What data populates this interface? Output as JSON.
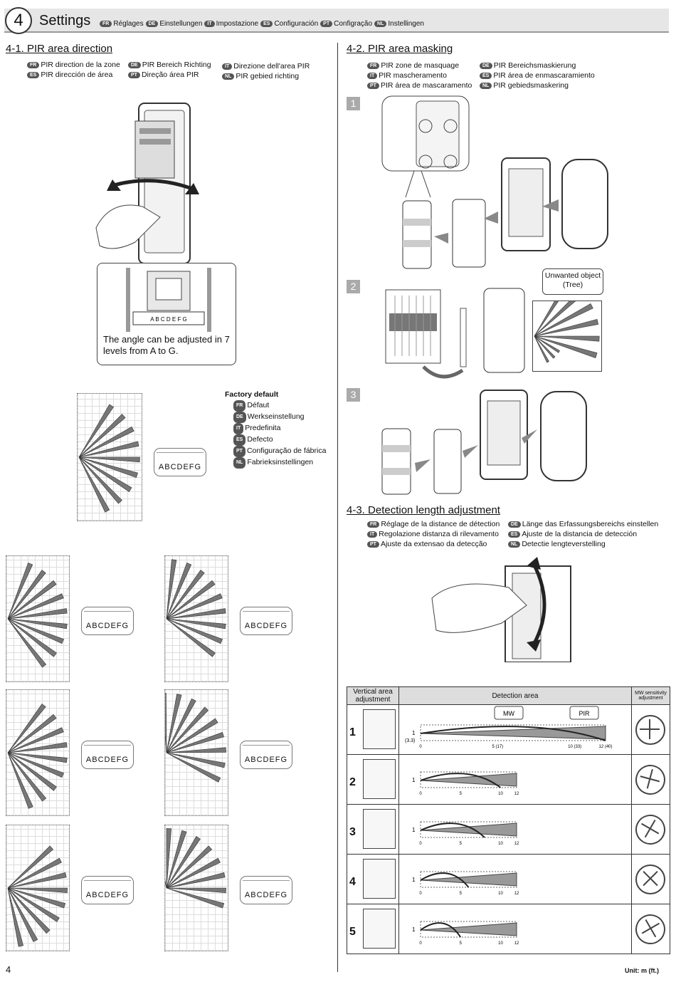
{
  "header": {
    "number": "4",
    "title": "Settings",
    "translations": [
      {
        "lang": "FR",
        "text": "Réglages"
      },
      {
        "lang": "DE",
        "text": "Einstellungen"
      },
      {
        "lang": "IT",
        "text": "Impostazione"
      },
      {
        "lang": "ES",
        "text": "Configuración"
      },
      {
        "lang": "PT",
        "text": "Configração"
      },
      {
        "lang": "NL",
        "text": "Instellingen"
      }
    ]
  },
  "s41": {
    "title": "4-1. PIR area direction",
    "translations": [
      {
        "lang": "FR",
        "text": "PIR direction de la zone"
      },
      {
        "lang": "DE",
        "text": "PIR Bereich Richting"
      },
      {
        "lang": "IT",
        "text": "Direzione dell'area PIR"
      },
      {
        "lang": "ES",
        "text": "PIR dirección de área"
      },
      {
        "lang": "PT",
        "text": "Direção área PIR"
      },
      {
        "lang": "NL",
        "text": "PIR gebied richting"
      }
    ],
    "callout": "The angle can be adjusted in 7 levels from A to G.",
    "dial_letters": "ABCDEFG",
    "factory_default": "Factory default",
    "factory_translations": [
      {
        "lang": "FR",
        "text": "Défaut"
      },
      {
        "lang": "DE",
        "text": "Werkseinstellung"
      },
      {
        "lang": "IT",
        "text": "Predefinita"
      },
      {
        "lang": "ES",
        "text": "Defecto"
      },
      {
        "lang": "PT",
        "text": "Configuração de fábrica"
      },
      {
        "lang": "NL",
        "text": "Fabrieksinstellingen"
      }
    ]
  },
  "s42": {
    "title": "4-2. PIR area masking",
    "translations": [
      {
        "lang": "FR",
        "text": "PIR zone de masquage"
      },
      {
        "lang": "DE",
        "text": "PIR Bereichsmaskierung"
      },
      {
        "lang": "IT",
        "text": "PIR mascheramento"
      },
      {
        "lang": "ES",
        "text": "PIR área de enmascaramiento"
      },
      {
        "lang": "PT",
        "text": "PIR área de mascaramento"
      },
      {
        "lang": "NL",
        "text": "PIR gebiedsmaskering"
      }
    ],
    "steps": [
      "1",
      "2",
      "3"
    ],
    "unwanted": "Unwanted object (Tree)"
  },
  "s43": {
    "title": "4-3. Detection length adjustment",
    "translations": [
      {
        "lang": "FR",
        "text": "Réglage de la distance de détection"
      },
      {
        "lang": "DE",
        "text": "Länge das Erfassungsbereichs einstellen"
      },
      {
        "lang": "IT",
        "text": "Regolazione distanza di rilevamento"
      },
      {
        "lang": "ES",
        "text": "Ajuste de la distancia de detección"
      },
      {
        "lang": "PT",
        "text": "Ajuste da extensao da detecção"
      },
      {
        "lang": "NL",
        "text": "Detectie lengteverstelling"
      }
    ]
  },
  "table": {
    "col1": "Vertical area adjustment",
    "col2": "Detection area",
    "col3": "MW sensitivity adjustment",
    "mw": "MW",
    "pir": "PIR",
    "rows": [
      {
        "level": "1",
        "ylabel": "1",
        "ysub": "(3.3)",
        "ticks": [
          "0",
          "5 (17)",
          "10 (33)",
          "12 (40)"
        ],
        "reach": 12
      },
      {
        "level": "2",
        "ylabel": "1",
        "ysub": "",
        "ticks": [
          "0",
          "5",
          "10",
          "12"
        ],
        "reach": 10
      },
      {
        "level": "3",
        "ylabel": "1",
        "ysub": "",
        "ticks": [
          "0",
          "5",
          "10",
          "12"
        ],
        "reach": 8
      },
      {
        "level": "4",
        "ylabel": "1",
        "ysub": "",
        "ticks": [
          "0",
          "5",
          "10",
          "12"
        ],
        "reach": 6
      },
      {
        "level": "5",
        "ylabel": "1",
        "ysub": "",
        "ticks": [
          "0",
          "5",
          "10",
          "12"
        ],
        "reach": 5
      }
    ]
  },
  "footer": {
    "page": "4",
    "unit": "Unit: m (ft.)"
  }
}
